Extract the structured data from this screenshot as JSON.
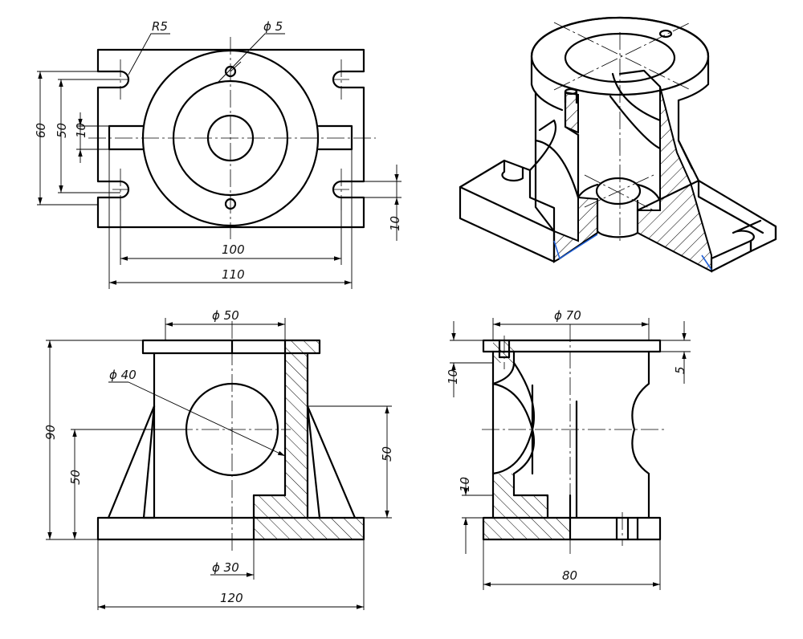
{
  "top_view": {
    "dims": {
      "r5": "R5",
      "phi5": "ϕ 5",
      "d60": "60",
      "d50": "50",
      "d10a": "10",
      "d10b": "10",
      "d100": "100",
      "d110": "110"
    }
  },
  "front_view": {
    "dims": {
      "phi50": "ϕ 50",
      "phi40": "ϕ 40",
      "d90": "90",
      "d50l": "50",
      "d50r": "50",
      "phi30": "ϕ 30",
      "d120": "120"
    }
  },
  "side_view": {
    "dims": {
      "phi70": "ϕ 70",
      "d10top": "10",
      "d5": "5",
      "d10bot": "10",
      "d80": "80"
    }
  }
}
